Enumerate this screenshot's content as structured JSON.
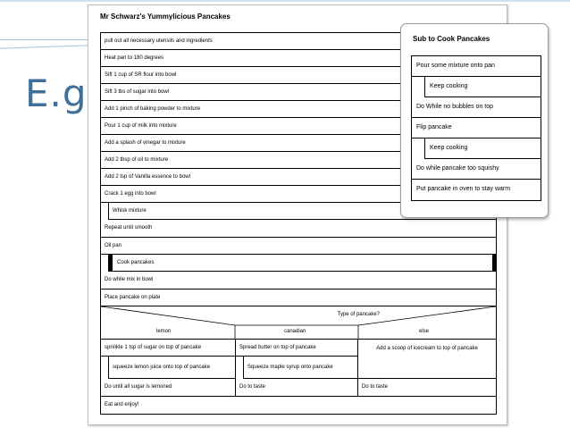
{
  "slide": {
    "heading": "E.g.",
    "accent_color": "#3f6f9a"
  },
  "main": {
    "title": "Mr Schwarz's Yummylicious Pancakes",
    "steps_top": [
      "pull out all necessary utensils and ingredients",
      "Heat pan to 180 degrees",
      "Sift 1 cup of SR flour into bowl",
      "Sift 3 tbs of sugar into bowl",
      "Add 1 pinch of baking powder to mixture",
      "Pour 1 cup of milk into mixture",
      "Add a splash of vinegar to mixture",
      "Add 2 tbsp of oil to mixture",
      "Add 2 tsp of Vanilla essence to bowl",
      "Crack 1 egg into bowl"
    ],
    "loop1_body": "Whisk mixture",
    "loop1_cond": "Repeat until smooth",
    "oil_step": "Oil pan",
    "loop2_body": "Cook pancakes",
    "loop2_cond": "Do while mix in bowl",
    "place_step": "Place pancake on plate",
    "case": {
      "question": "Type of pancake?",
      "options": [
        "lemon",
        "canadian",
        "else"
      ],
      "lemon": {
        "step": "sprinkle 1 tsp of sugar on top of pancake",
        "inner": "squeeze lemon juice onto top of pancake",
        "cond": "Do until all sugar is lemoned"
      },
      "canadian": {
        "step": "Spread butter on top of pancake",
        "inner": "Squeeze maple syrup onto pancake",
        "cond": "Do to taste"
      },
      "else": {
        "step": "Add a scoop of icecream to top of pancake",
        "cond": "Do to taste"
      }
    },
    "final_step": "Eat and enjoy!"
  },
  "sub": {
    "title": "Sub to Cook Pancakes",
    "pour": "Pour some mixture onto pan",
    "keep1": "Keep cooking",
    "cond1": "Do While no bubbles on top",
    "flip": "Flip pancake",
    "keep2": "Keep cooking",
    "cond2": "Do while pancake too squishy",
    "oven": "Put pancake in oven to stay warm"
  }
}
